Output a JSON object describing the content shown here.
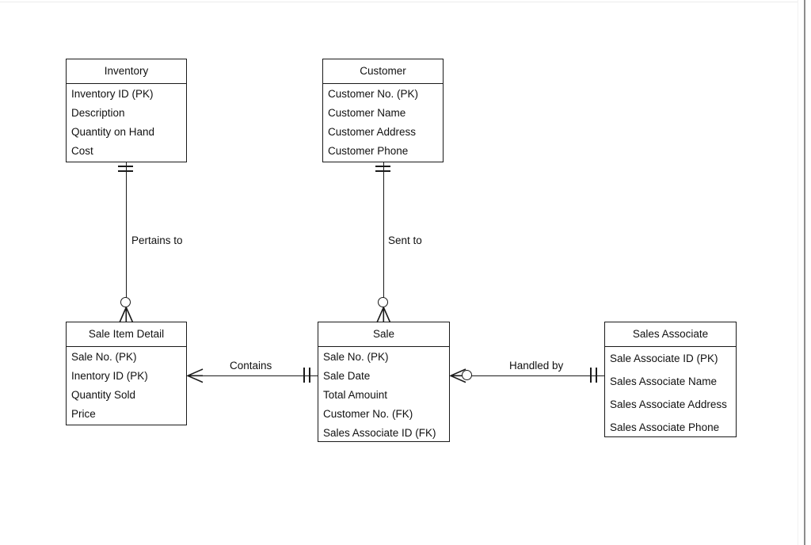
{
  "diagram": {
    "type": "entity-relationship-diagram",
    "notation": "crow's foot",
    "entities": [
      {
        "id": "inventory",
        "name": "Inventory",
        "attributes": [
          "Inventory ID (PK)",
          "Description",
          "Quantity on Hand",
          "Cost"
        ]
      },
      {
        "id": "customer",
        "name": "Customer",
        "attributes": [
          "Customer No. (PK)",
          "Customer Name",
          "Customer Address",
          "Customer Phone"
        ]
      },
      {
        "id": "sale_item_detail",
        "name": "Sale Item Detail",
        "attributes": [
          "Sale No. (PK)",
          "Inentory ID (PK)",
          "Quantity Sold",
          "Price"
        ]
      },
      {
        "id": "sale",
        "name": "Sale",
        "attributes": [
          "Sale No. (PK)",
          "Sale Date",
          "Total Amouint",
          "Customer No. (FK)",
          "Sales Associate ID (FK)"
        ]
      },
      {
        "id": "sales_associate",
        "name": "Sales Associate",
        "attributes": [
          "Sale Associate ID (PK)",
          "Sales Associate Name",
          "Sales Associate Address",
          "Sales Associate Phone"
        ]
      }
    ],
    "relationships": [
      {
        "id": "pertains_to",
        "label": "Pertains to",
        "from": "Inventory",
        "to": "Sale Item Detail",
        "from_cardinality": "one-and-only-one",
        "to_cardinality": "zero-or-many"
      },
      {
        "id": "sent_to",
        "label": "Sent to",
        "from": "Customer",
        "to": "Sale",
        "from_cardinality": "one-and-only-one",
        "to_cardinality": "zero-or-many"
      },
      {
        "id": "contains",
        "label": "Contains",
        "from": "Sale Item Detail",
        "to": "Sale",
        "from_cardinality": "one-or-many",
        "to_cardinality": "one-and-only-one"
      },
      {
        "id": "handled_by",
        "label": "Handled by",
        "from": "Sale",
        "to": "Sales Associate",
        "from_cardinality": "zero-or-many",
        "to_cardinality": "one-and-only-one"
      }
    ]
  },
  "colors": {
    "stroke": "#1a1a1a",
    "background": "#ffffff",
    "text": "#111111"
  }
}
